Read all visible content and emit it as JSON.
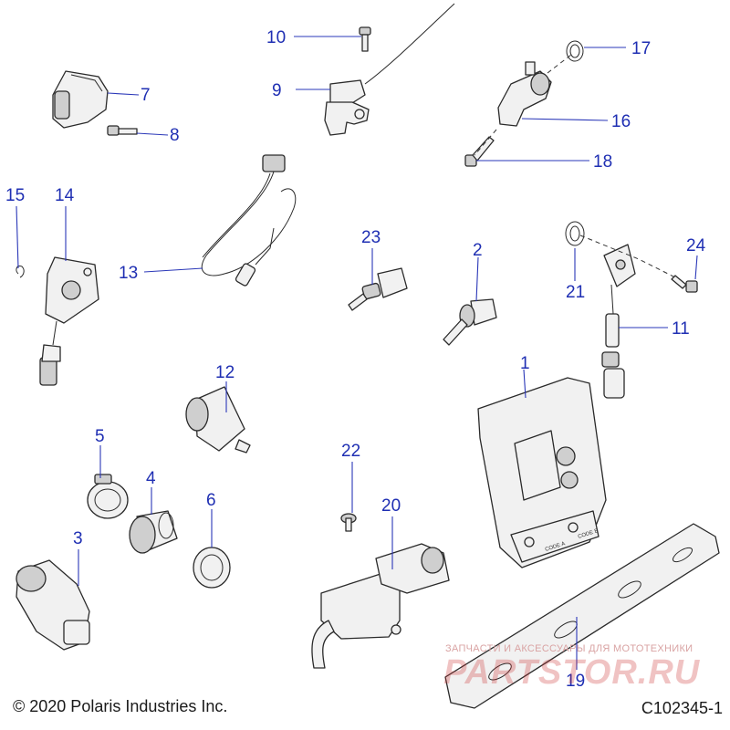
{
  "callouts": {
    "c1": "1",
    "c2": "2",
    "c3": "3",
    "c4": "4",
    "c5": "5",
    "c6": "6",
    "c7": "7",
    "c8": "8",
    "c9": "9",
    "c10": "10",
    "c11": "11",
    "c12": "12",
    "c13": "13",
    "c14": "14",
    "c15": "15",
    "c16": "16",
    "c17": "17",
    "c18": "18",
    "c19": "19",
    "c20": "20",
    "c21": "21",
    "c22": "22",
    "c23": "23",
    "c24": "24"
  },
  "footer": {
    "copyright": "© 2020 Polaris Industries Inc.",
    "diagram_id": "C102345-1"
  },
  "watermark": {
    "tagline": "ЗАПЧАСТИ И АКСЕССУАРЫ ДЛЯ МОТОТЕХНИКИ",
    "brand": "PARTSTOR.RU"
  },
  "ecu_labels": {
    "code_a": "CODE A",
    "code_b": "CODE B"
  },
  "colors": {
    "callout": "#1f2fb3",
    "leader": "#2a37b8",
    "watermark": "#c82828"
  }
}
